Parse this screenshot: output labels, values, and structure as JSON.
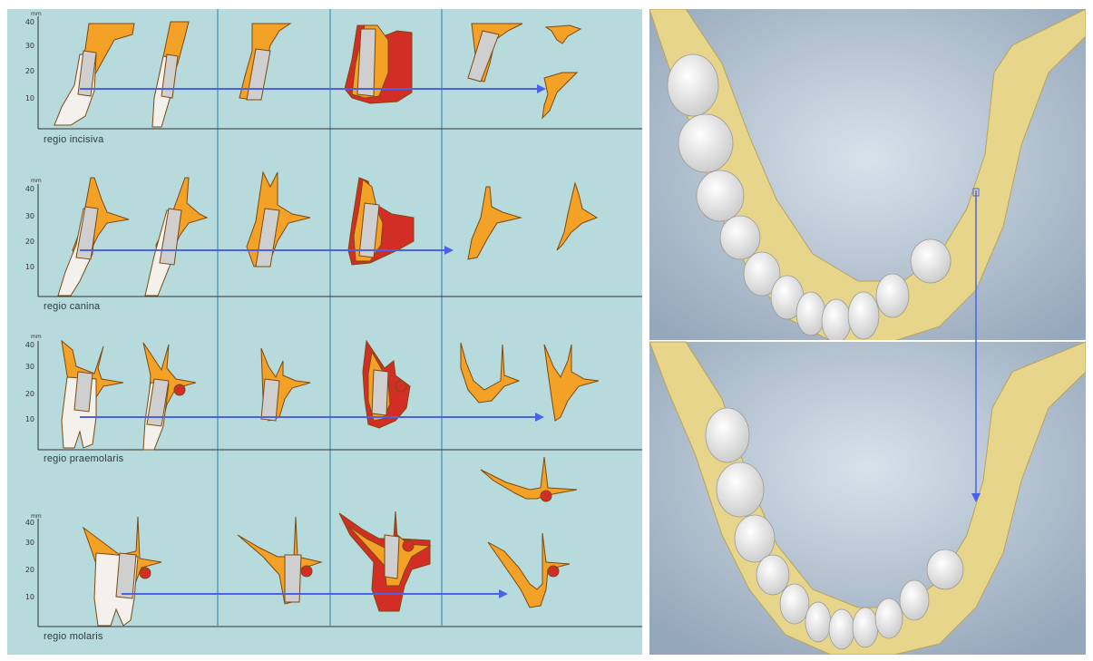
{
  "rows": [
    {
      "label": "regio incisiva",
      "unit": "mm",
      "ticks": [
        "40",
        "30",
        "20",
        "10"
      ]
    },
    {
      "label": "regio canina",
      "unit": "mm",
      "ticks": [
        "40",
        "30",
        "20",
        "10"
      ]
    },
    {
      "label": "regio praemolaris",
      "unit": "mm",
      "ticks": [
        "40",
        "30",
        "20",
        "10"
      ]
    },
    {
      "label": "regio molaris",
      "unit": "mm",
      "ticks": [
        "40",
        "30",
        "20",
        "10"
      ]
    }
  ],
  "colors": {
    "panel_bg": "#b7dadd",
    "bone": "#f4a128",
    "bone_outline": "#7a4a10",
    "implant": "#cfcfcf",
    "graft": "#d32e26",
    "tooth": "#f4f1ec",
    "arrow": "#4a63e6",
    "jaw_bone": "#e6d58b",
    "jaw_bg": "#b9c6d4"
  }
}
